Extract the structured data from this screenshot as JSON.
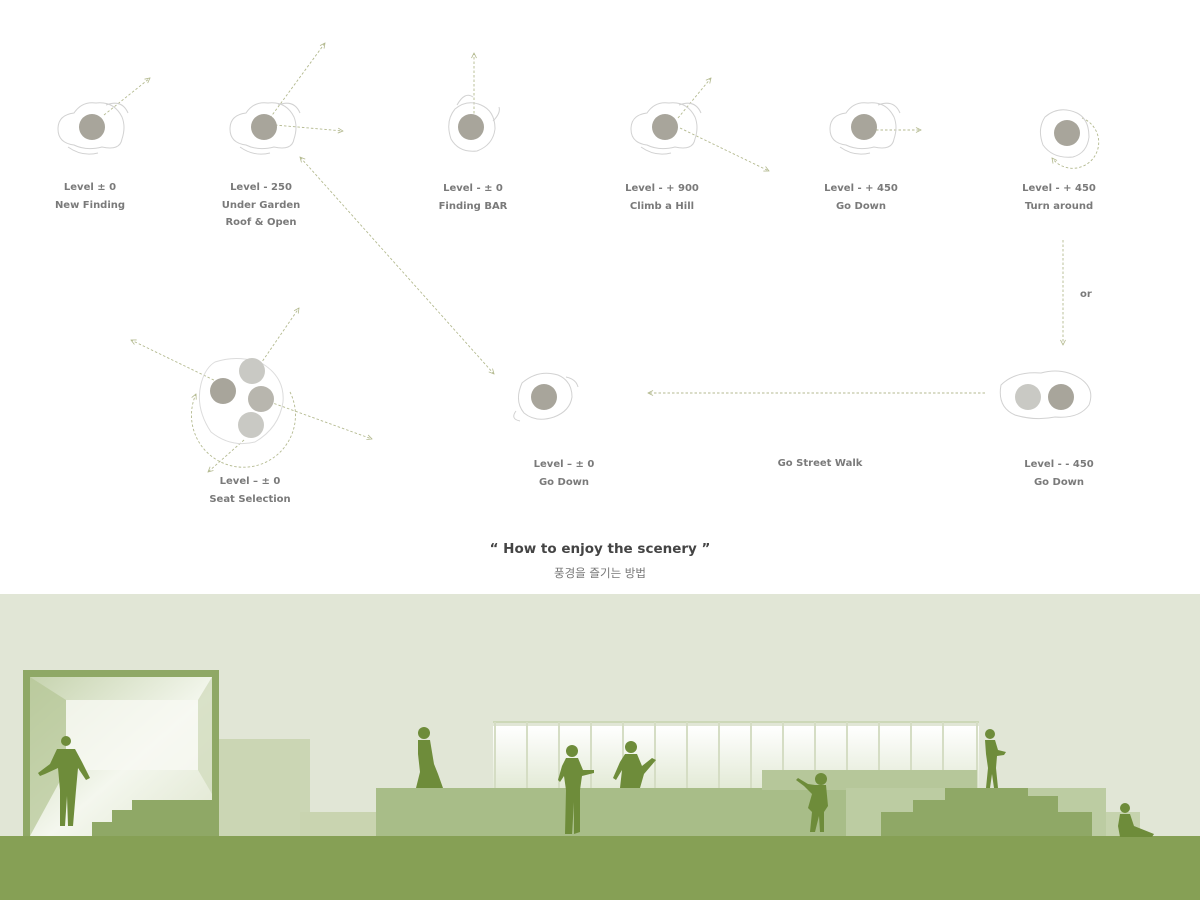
{
  "diagram": {
    "title": "“ How to enjoy the scenery ”",
    "subtitle": "풍경을 즐기는 방법",
    "or_label": "or",
    "street_label": "Go Street  Walk",
    "steps": [
      {
        "lines": [
          "Level ± 0",
          "New Finding"
        ]
      },
      {
        "lines": [
          "Level - 250",
          "Under Garden",
          "Roof & Open"
        ]
      },
      {
        "lines": [
          "Level - ± 0",
          "Finding BAR"
        ]
      },
      {
        "lines": [
          "Level - + 900",
          "Climb a Hill"
        ]
      },
      {
        "lines": [
          "Level - + 450",
          "Go Down"
        ]
      },
      {
        "lines": [
          "Level - + 450",
          "Turn around"
        ]
      },
      {
        "lines": [
          "Level - - 450",
          "Go Down"
        ]
      },
      {
        "lines": [
          "Level – ± 0",
          "Go Down"
        ]
      },
      {
        "lines": [
          "Level – ± 0",
          "Seat Selection"
        ]
      }
    ]
  },
  "colors": {
    "arrow": "#b4ba90",
    "head": "#a8a59b",
    "head_light": "#c9c9c4",
    "figure_outline": "#cfcfcf",
    "scene_bg": "#e1e6d6",
    "ground": "#86a055",
    "silhouette": "#6e8c3a",
    "platform": "#a8bd88",
    "label": "#7a7a7a"
  }
}
